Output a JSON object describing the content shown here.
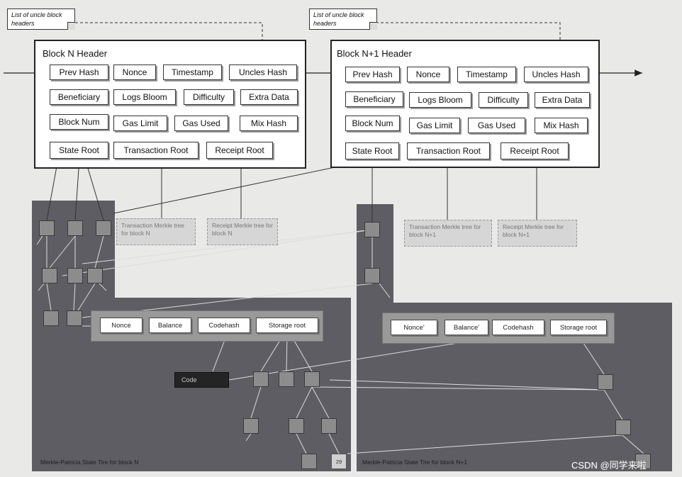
{
  "callouts": {
    "left": "List of uncle block headers",
    "right": "List of uncle block headers"
  },
  "blocks": [
    {
      "title": "Block N Header",
      "fields": {
        "prev_hash": "Prev Hash",
        "nonce": "Nonce",
        "timestamp": "Timestamp",
        "uncles_hash": "Uncles Hash",
        "beneficiary": "Beneficiary",
        "logs_bloom": "Logs Bloom",
        "difficulty": "Difficulty",
        "extra_data": "Extra Data",
        "block_num": "Block Num",
        "gas_limit": "Gas Limit",
        "gas_used": "Gas Used",
        "mix_hash": "Mix Hash",
        "state_root": "State Root",
        "transaction_root": "Transaction Root",
        "receipt_root": "Receipt Root"
      },
      "tx_tree": "Transaction Merkle tree for block N",
      "receipt_tree": "Receipt Merkle tree for block N",
      "account": {
        "nonce": "Nonce",
        "balance": "Balance",
        "codehash": "Codehash",
        "storage_root": "Storage root"
      },
      "code": "Code",
      "badge": "29",
      "caption": "Merkle-Patricia  State  Tire  for block N"
    },
    {
      "title": "Block N+1 Header",
      "fields": {
        "prev_hash": "Prev Hash",
        "nonce": "Nonce",
        "timestamp": "Timestamp",
        "uncles_hash": "Uncles Hash",
        "beneficiary": "Beneficiary",
        "logs_bloom": "Logs Bloom",
        "difficulty": "Difficulty",
        "extra_data": "Extra Data",
        "block_num": "Block Num",
        "gas_limit": "Gas Limit",
        "gas_used": "Gas Used",
        "mix_hash": "Mix Hash",
        "state_root": "State Root",
        "transaction_root": "Transaction Root",
        "receipt_root": "Receipt Root"
      },
      "tx_tree": "Transaction Merkle tree for block N+1",
      "receipt_tree": "Receipt Merkle tree for block N+1",
      "account": {
        "nonce": "Nonce'",
        "balance": "Balance'",
        "codehash": "Codehash",
        "storage_root": "Storage root"
      },
      "caption": "Merkle-Patricia  State  Trie  for block N+1"
    }
  ],
  "watermark": "CSDN @同学来啦"
}
